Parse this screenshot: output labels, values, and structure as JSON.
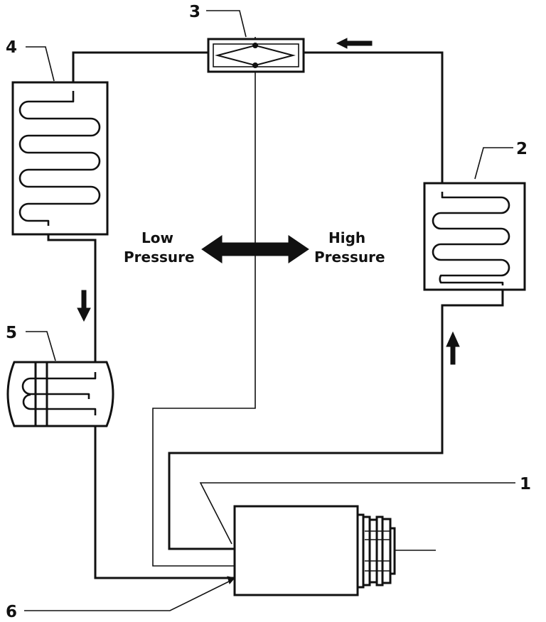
{
  "callouts": {
    "n1": "1",
    "n2": "2",
    "n3": "3",
    "n4": "4",
    "n5": "5",
    "n6": "6"
  },
  "pressure": {
    "low_line1": "Low",
    "low_line2": "Pressure",
    "high_line1": "High",
    "high_line2": "Pressure"
  }
}
